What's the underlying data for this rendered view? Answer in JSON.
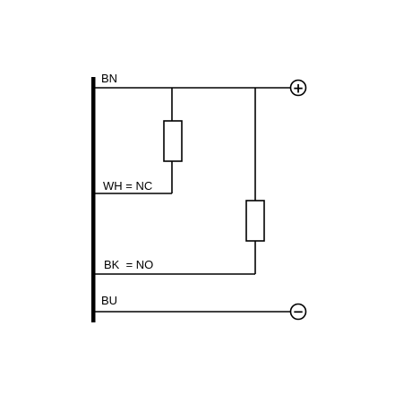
{
  "wires": {
    "brown": "BN",
    "white": "WH = NC",
    "black": "BK  = NO",
    "blue": "BU"
  },
  "terminals": {
    "positive": "+",
    "negative": "−"
  }
}
